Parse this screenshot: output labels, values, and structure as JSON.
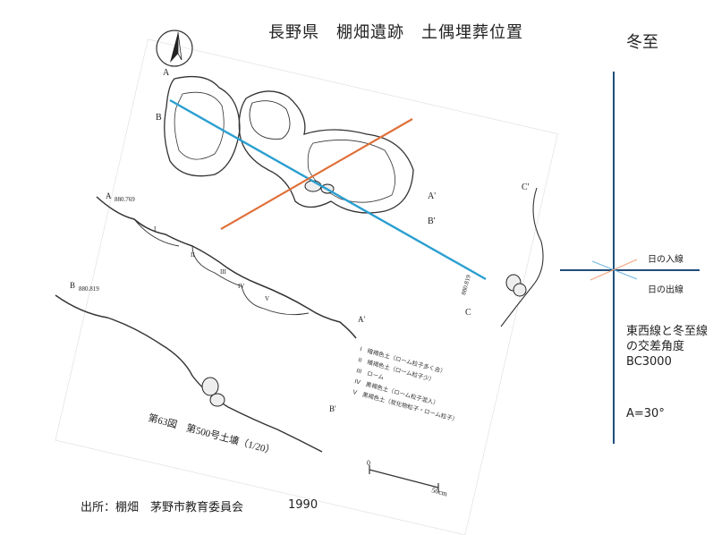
{
  "title": "長野県　棚畑遺跡　土偶埋葬位置",
  "season": "冬至",
  "legend": {
    "sunset_line": "日の入線",
    "sunrise_line": "日の出線"
  },
  "note": {
    "text": "東西線と冬至線の交差角度",
    "era": "BC3000"
  },
  "angle": {
    "label": "A=30°",
    "degrees": 30
  },
  "source": {
    "label": "出所：棚畑　茅野市教育委員会",
    "year": "1990"
  },
  "figure": {
    "caption": "第63図　第500号土壙（1/20）",
    "section_labels": [
      "A",
      "A'",
      "B",
      "B'",
      "C",
      "C'"
    ],
    "elevations": [
      "880.769",
      "880.819",
      "880.819"
    ],
    "layers": [
      "I",
      "II",
      "III",
      "IV",
      "V"
    ],
    "layer_legend": [
      "I　暗褐色土（ローム粒子多く含）",
      "II　暗褐色土（ローム粒子少）",
      "III　ローム",
      "IV　黒褐色土（ローム粒子混入）",
      "V　黒褐色土（炭化物粒子・ローム粒子）"
    ],
    "scale": {
      "start": "0",
      "end": "50cm"
    }
  },
  "colors": {
    "east_west_line": "#2a9fd0",
    "solstice_line": "#e0703a",
    "axis": "#1f4e79"
  }
}
